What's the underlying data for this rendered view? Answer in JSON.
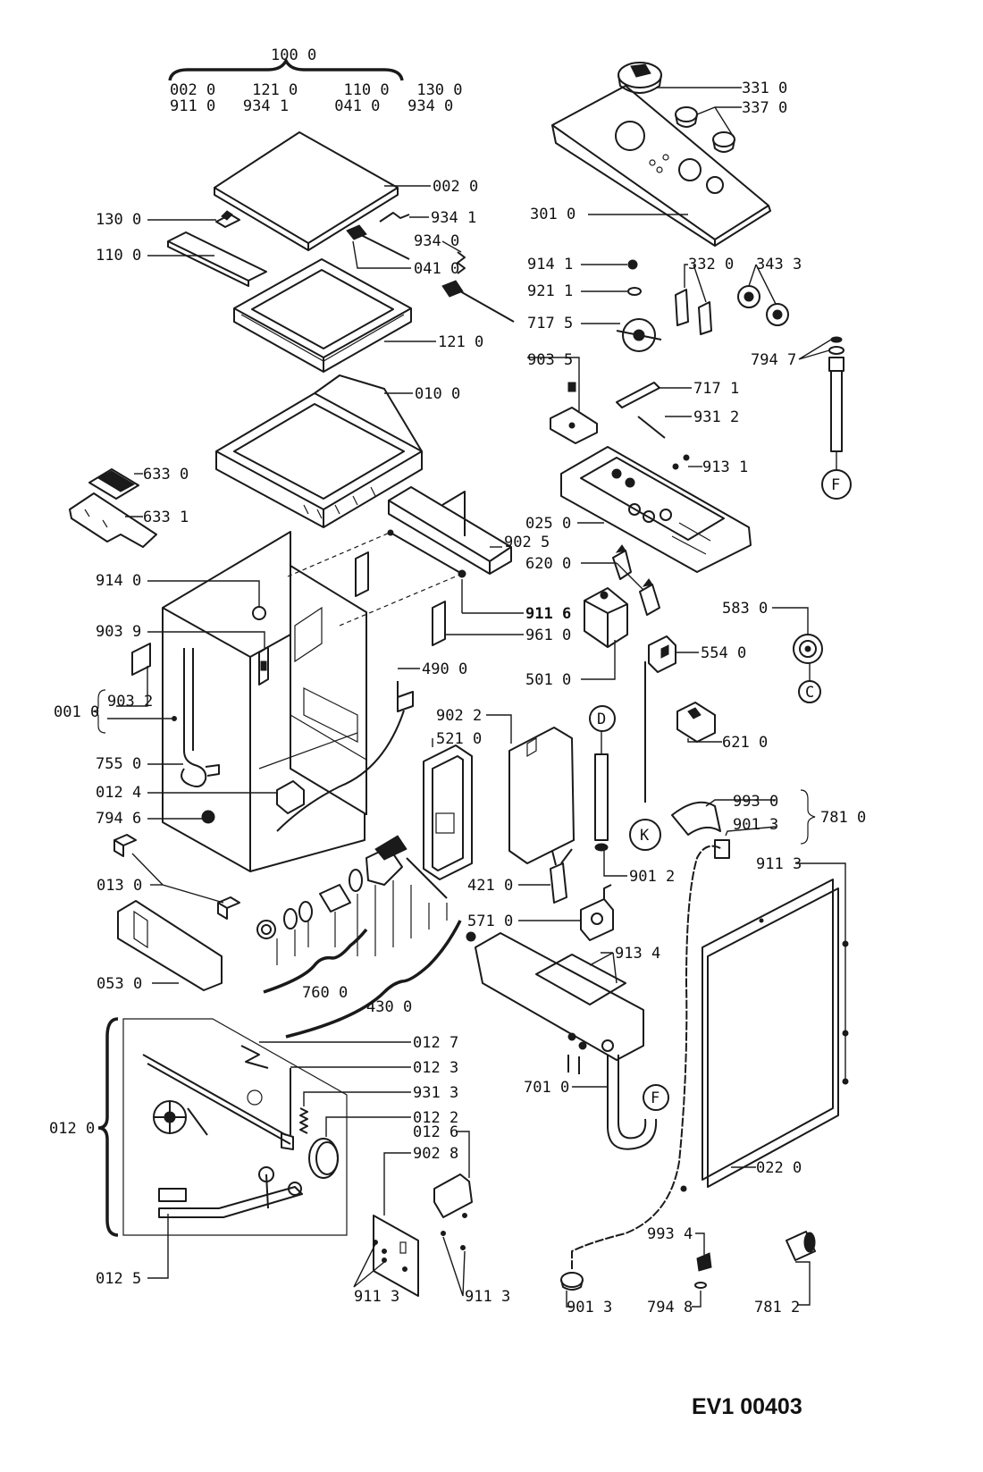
{
  "drawing": {
    "code": "EV1 00403",
    "assembly_header": {
      "label": "100 0",
      "row1": "002 0    121 0     110 0   130 0",
      "row2": "911 0   934 1     041 0   934 0"
    },
    "callouts": {
      "c331_0": "331 0",
      "c337_0": "337 0",
      "c002_0": "002 0",
      "c934_1": "934 1",
      "c130_0": "130 0",
      "c301_0": "301 0",
      "c110_0": "110 0",
      "c934_0": "934 0",
      "c041_0": "041 0",
      "c914_1": "914 1",
      "c332_0": "332 0",
      "c343_3": "343 3",
      "c921_1": "921 1",
      "c717_5": "717 5",
      "c121_0": "121 0",
      "c794_7": "794 7",
      "c903_5": "903 5",
      "c010_0": "010 0",
      "c717_1": "717 1",
      "c931_2": "931 2",
      "c913_1": "913 1",
      "c633_0": "633 0",
      "c633_1": "633 1",
      "c025_0": "025 0",
      "c902_5": "902 5",
      "c620_0": "620 0",
      "c914_0": "914 0",
      "c911_6": "911 6",
      "c583_0": "583 0",
      "c903_9": "903 9",
      "c961_0": "961 0",
      "c554_0": "554 0",
      "c501_0": "501 0",
      "c490_0": "490 0",
      "c001_0": "001 0",
      "c903_2": "903 2",
      "c902_2": "902 2",
      "c521_0": "521 0",
      "c621_0": "621 0",
      "c755_0": "755 0",
      "c012_4": "012 4",
      "c993_0": "993 0",
      "c901_3a": "901 3",
      "c781_0": "781 0",
      "c794_6": "794 6",
      "c911_3a": "911 3",
      "c901_2": "901 2",
      "c421_0": "421 0",
      "c013_0": "013 0",
      "c571_0": "571 0",
      "c913_4": "913 4",
      "c053_0": "053 0",
      "c760_0": "760 0",
      "c430_0": "430 0",
      "c012_7": "012 7",
      "c012_3": "012 3",
      "c931_3": "931 3",
      "c701_0": "701 0",
      "c012_2": "012 2",
      "c012_0": "012 0",
      "c012_6": "012 6",
      "c902_8": "902 8",
      "c022_0": "022 0",
      "c993_4": "993 4",
      "c781_2": "781 2",
      "c012_5": "012 5",
      "c911_3b": "911 3",
      "c911_3c": "911 3",
      "c901_3b": "901 3",
      "c794_8": "794 8"
    },
    "connector_markers": {
      "F1": "F",
      "F2": "F",
      "C": "C",
      "D": "D",
      "K": "K"
    }
  }
}
